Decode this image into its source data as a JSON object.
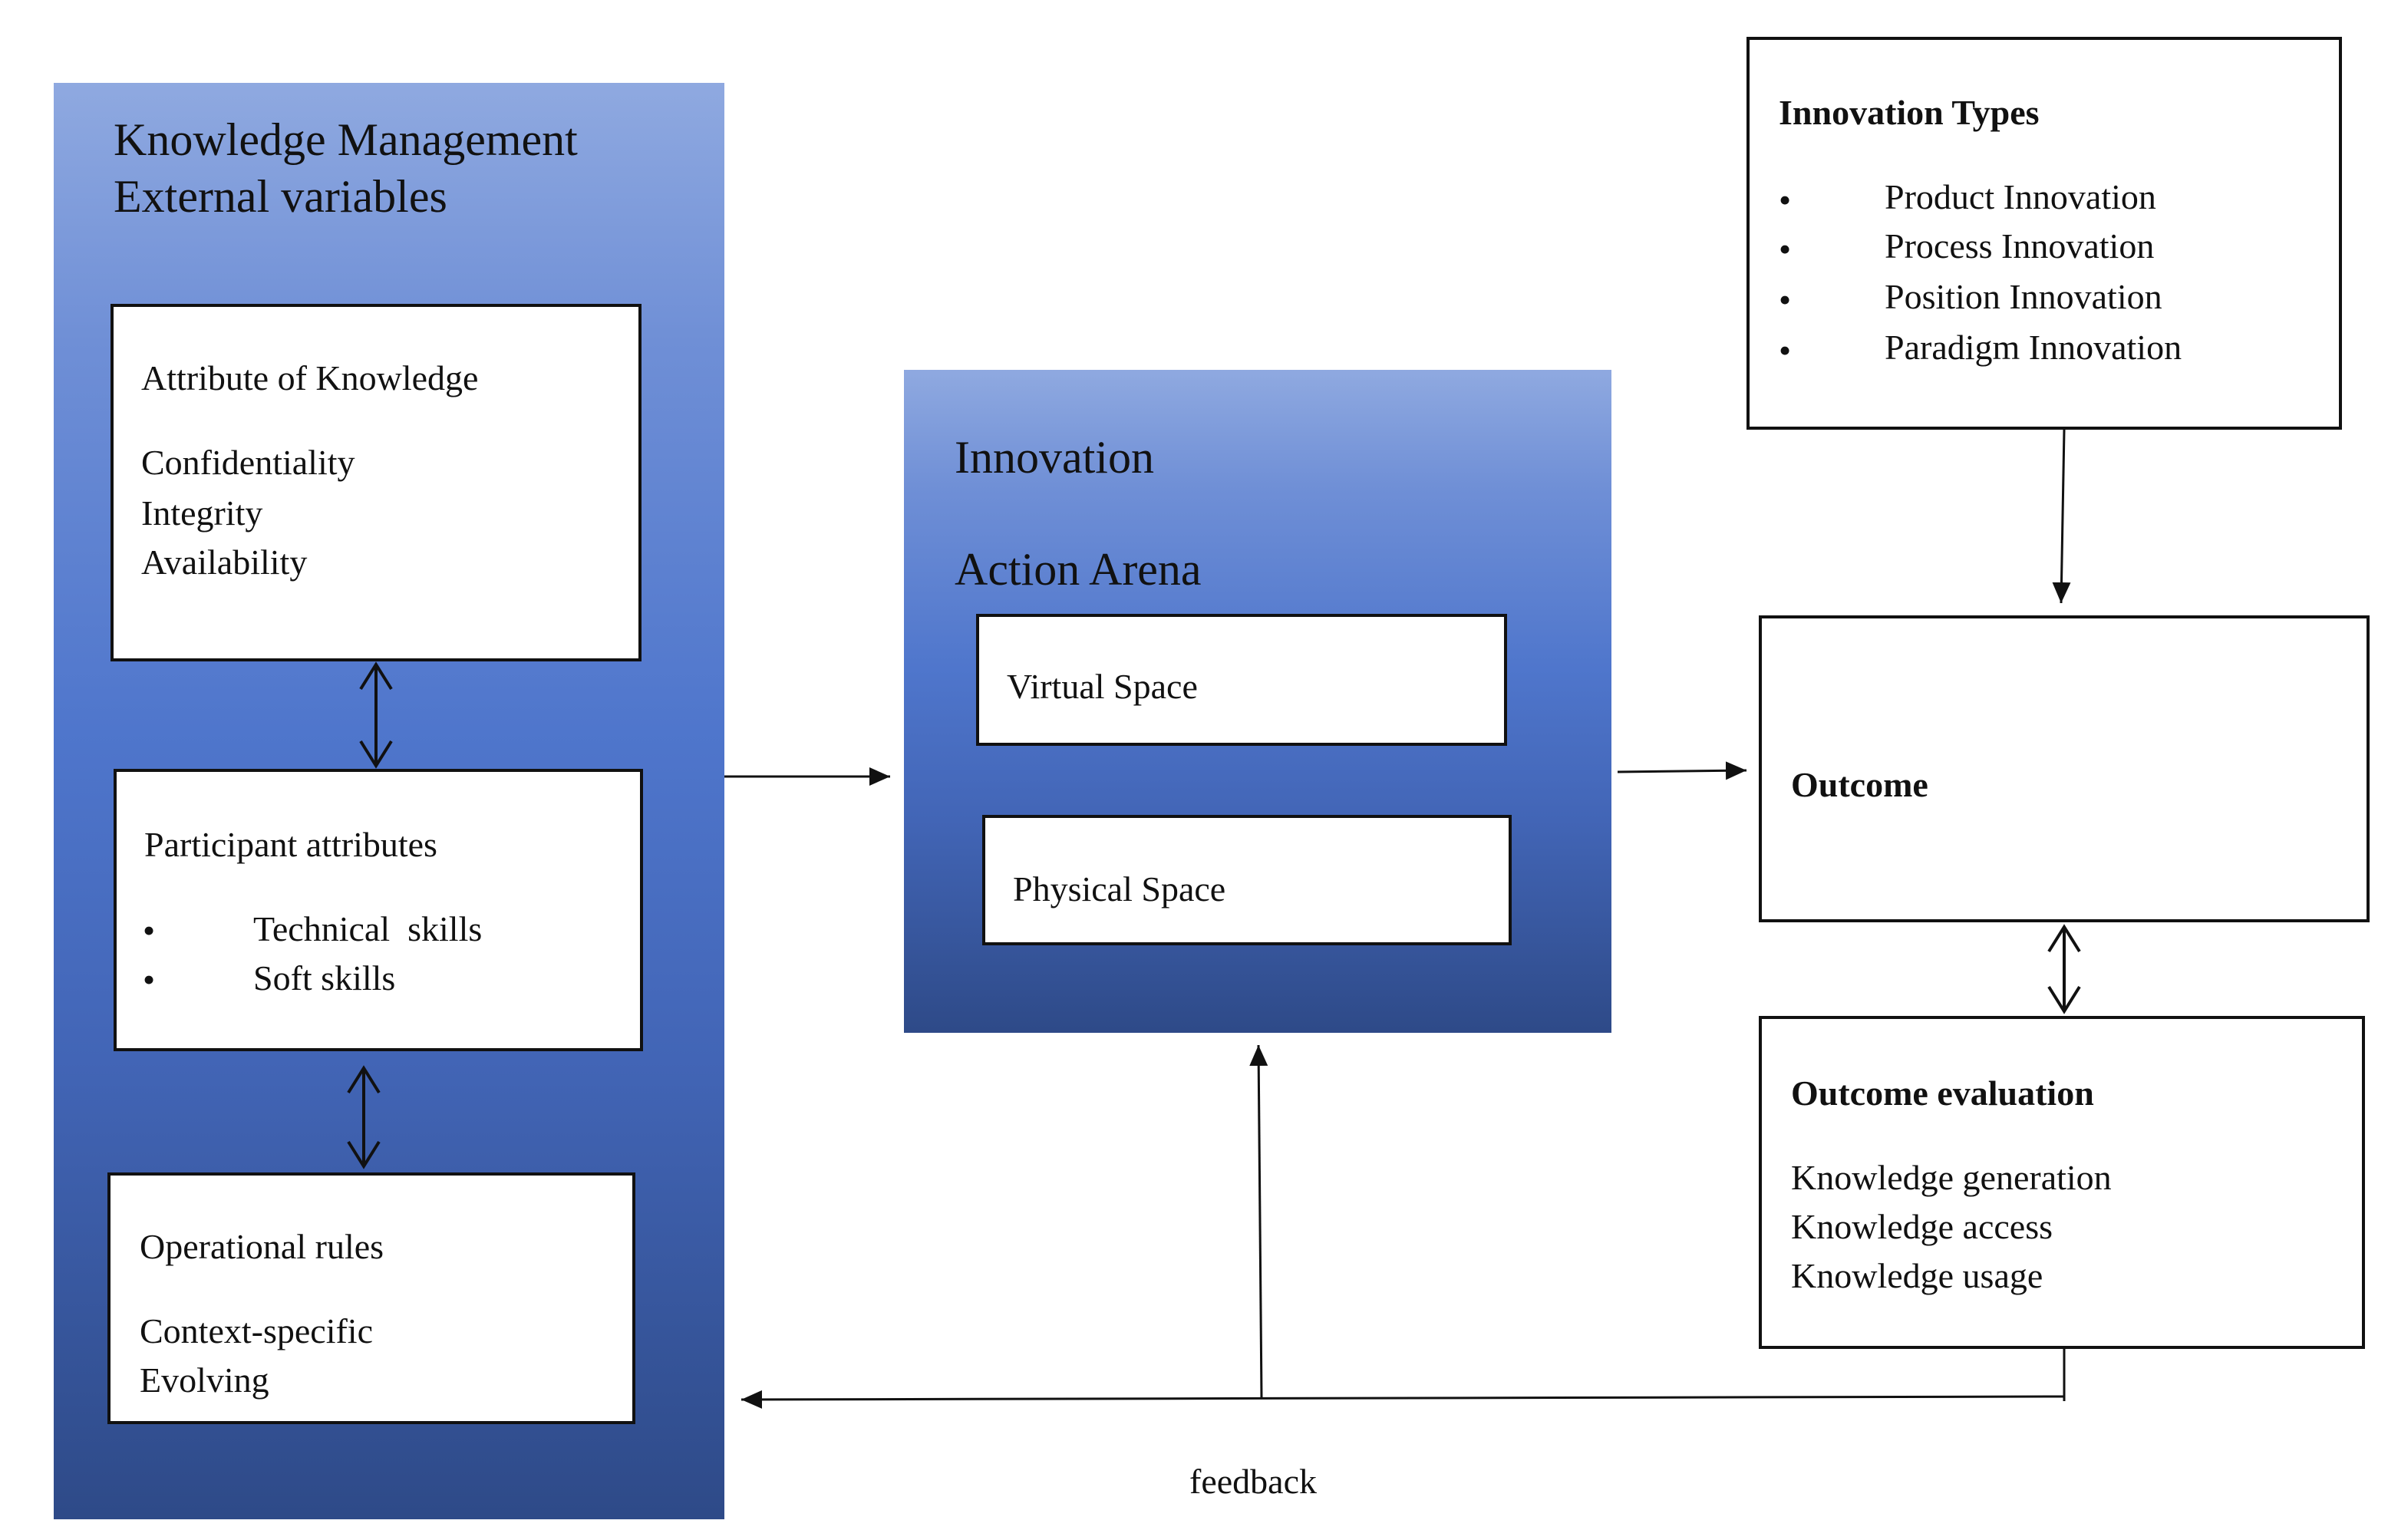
{
  "km_panel": {
    "title_line1": "Knowledge Management",
    "title_line2": "External variables"
  },
  "attribute_box": {
    "title": "Attribute of Knowledge",
    "items": [
      "Confidentiality",
      "Integrity",
      "Availability"
    ]
  },
  "participant_box": {
    "title": "Participant attributes",
    "bullets": [
      "Technical  skills",
      "Soft skills"
    ]
  },
  "operational_box": {
    "title": "Operational rules",
    "items": [
      "Context-specific",
      "Evolving"
    ]
  },
  "innovation_panel": {
    "title": "Innovation",
    "subtitle": "Action Arena",
    "virtual_space": "Virtual Space",
    "physical_space": "Physical Space"
  },
  "innovation_types_box": {
    "title": "Innovation Types",
    "bullets": [
      "Product Innovation",
      "Process Innovation",
      "Position Innovation",
      "Paradigm Innovation"
    ]
  },
  "outcome_box": {
    "title": "Outcome"
  },
  "outcome_eval_box": {
    "title": "Outcome evaluation",
    "items": [
      "Knowledge generation",
      "Knowledge access",
      "Knowledge usage"
    ]
  },
  "feedback_label": "feedback",
  "bullet_char": "•",
  "colors": {
    "panel_top": "#8fa9e0",
    "panel_bottom": "#2e4a88",
    "line": "#111111"
  }
}
